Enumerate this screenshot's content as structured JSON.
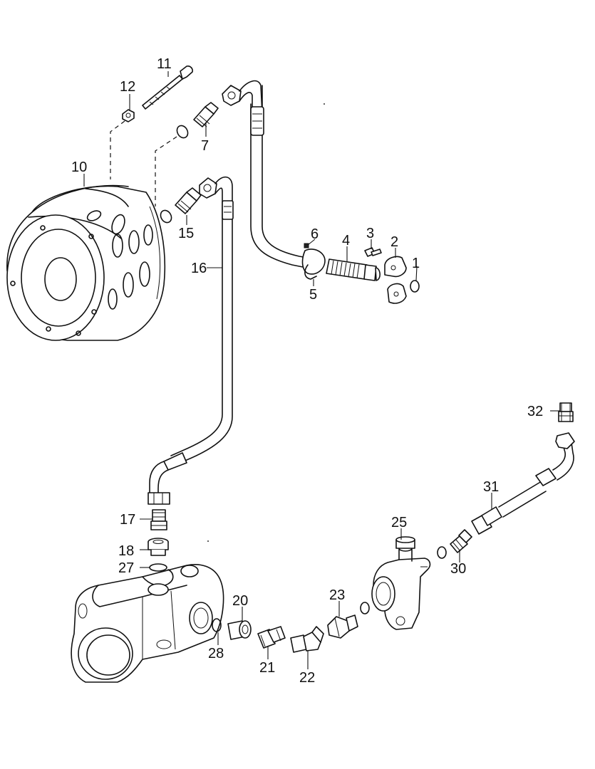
{
  "callouts": {
    "c1": "1",
    "c2": "2",
    "c3": "3",
    "c4": "4",
    "c5": "5",
    "c6": "6",
    "c7": "7",
    "c10": "10",
    "c11": "11",
    "c12": "12",
    "c15": "15",
    "c16": "16",
    "c17": "17",
    "c18": "18",
    "c20": "20",
    "c21": "21",
    "c22": "22",
    "c23": "23",
    "c25": "25",
    "c27": "27",
    "c28": "28",
    "c30": "30",
    "c31": "31",
    "c32": "32"
  }
}
